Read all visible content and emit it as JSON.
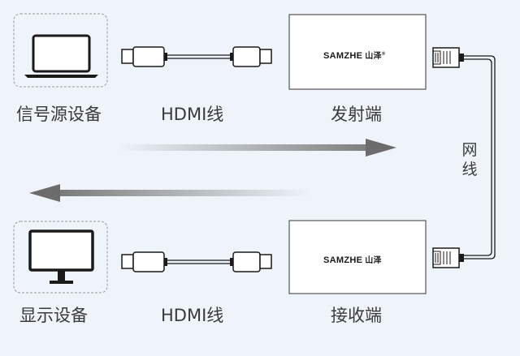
{
  "diagram": {
    "labels": {
      "source_device": "信号源设备",
      "hdmi_top": "HDMI线",
      "transmitter": "发射端",
      "display_device": "显示设备",
      "hdmi_bottom": "HDMI线",
      "receiver": "接收端",
      "network_cable_line1": "网",
      "network_cable_line2": "线"
    },
    "brand": {
      "name": "SAMZHE",
      "chinese": "山泽",
      "reg_mark": "®"
    },
    "colors": {
      "background": "#eef4fa",
      "device_stroke": "#1a1a1a",
      "box_stroke": "#555555",
      "arrow": "#6c6c6c",
      "dashed_frame": "#9a9a9a"
    }
  }
}
